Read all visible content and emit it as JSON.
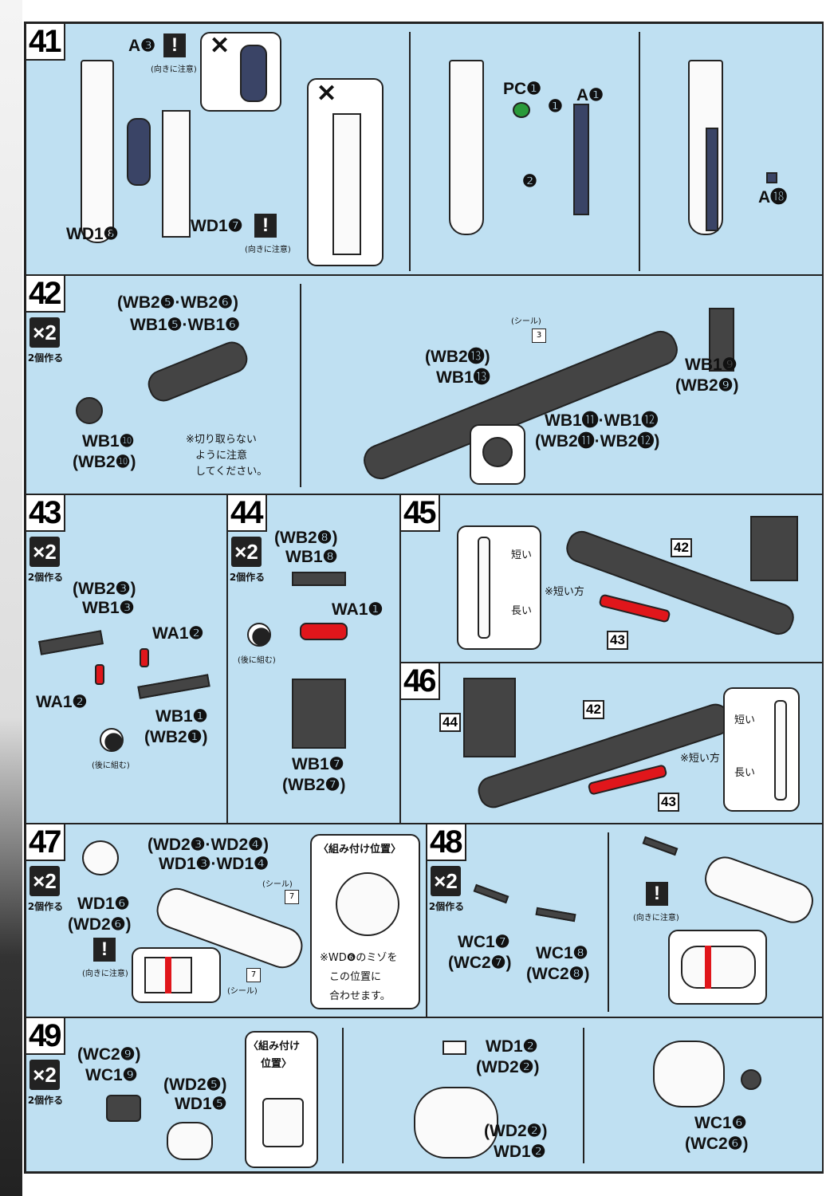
{
  "page": {
    "x2": "×2",
    "make2": "2個作る",
    "caution": "(向きに注意)",
    "after": "(後に組む)",
    "seal": "(シール)"
  },
  "s41": {
    "no": "41",
    "a3": "A❸",
    "wd18": "WD1❽",
    "wd17": "WD1❼",
    "pc1": "PC❶",
    "a1": "A❶",
    "a18": "A⓲",
    "n1": "❶",
    "n2": "❷",
    "x": "✕"
  },
  "s42": {
    "no": "42",
    "top1": "(WB2❺·WB2❻)",
    "top2": "WB1❺·WB1❻",
    "wb110": "WB1❿",
    "wb210": "(WB2❿)",
    "note1": "※切り取らない",
    "note2": "ように注意",
    "note3": "してください。",
    "wb213": "(WB2⓭)",
    "wb113": "WB1⓭",
    "seal_no": "3",
    "wb19": "WB1❾",
    "wb29": "(WB2❾)",
    "wb111": "WB1⓫·WB1⓬",
    "wb211": "(WB2⓫·WB2⓬)"
  },
  "s43": {
    "no": "43",
    "wb23": "(WB2❸)",
    "wb13": "WB1❸",
    "wa12a": "WA1❷",
    "wa12b": "WA1❷",
    "wb11": "WB1❶",
    "wb21": "(WB2❶)"
  },
  "s44": {
    "no": "44",
    "wb28": "(WB2❽)",
    "wb18": "WB1❽",
    "wa11": "WA1❶",
    "wb17": "WB1❼",
    "wb27": "(WB2❼)"
  },
  "s45": {
    "no": "45",
    "short": "短い",
    "long": "長い",
    "shortside": "※短い方",
    "ref42": "42",
    "ref43": "43"
  },
  "s46": {
    "no": "46",
    "short": "短い",
    "long": "長い",
    "shortside": "※短い方",
    "ref42": "42",
    "ref43": "43",
    "ref44": "44"
  },
  "s47": {
    "no": "47",
    "top1": "(WD2❸·WD2❹)",
    "top2": "WD1❸·WD1❹",
    "wd16": "WD1❻",
    "wd26": "(WD2❻)",
    "seal_no": "7",
    "pos": "〈組み付け位置〉",
    "pnote1": "※WD❻のミゾを",
    "pnote2": "この位置に",
    "pnote3": "合わせます。"
  },
  "s48": {
    "no": "48",
    "wc17": "WC1❼",
    "wc27": "(WC2❼)",
    "wc18": "WC1❽",
    "wc28": "(WC2❽)"
  },
  "s49": {
    "no": "49",
    "wc29": "(WC2❾)",
    "wc19": "WC1❾",
    "wd25": "(WD2❺)",
    "wd15": "WD1❺",
    "pos1": "〈組み付け",
    "pos2": "位置〉",
    "wd12": "WD1❷",
    "wd22": "(WD2❷)",
    "wd22b": "(WD2❷)",
    "wd12b": "WD1❷",
    "wc16": "WC1❻",
    "wc26": "(WC2❻)"
  }
}
